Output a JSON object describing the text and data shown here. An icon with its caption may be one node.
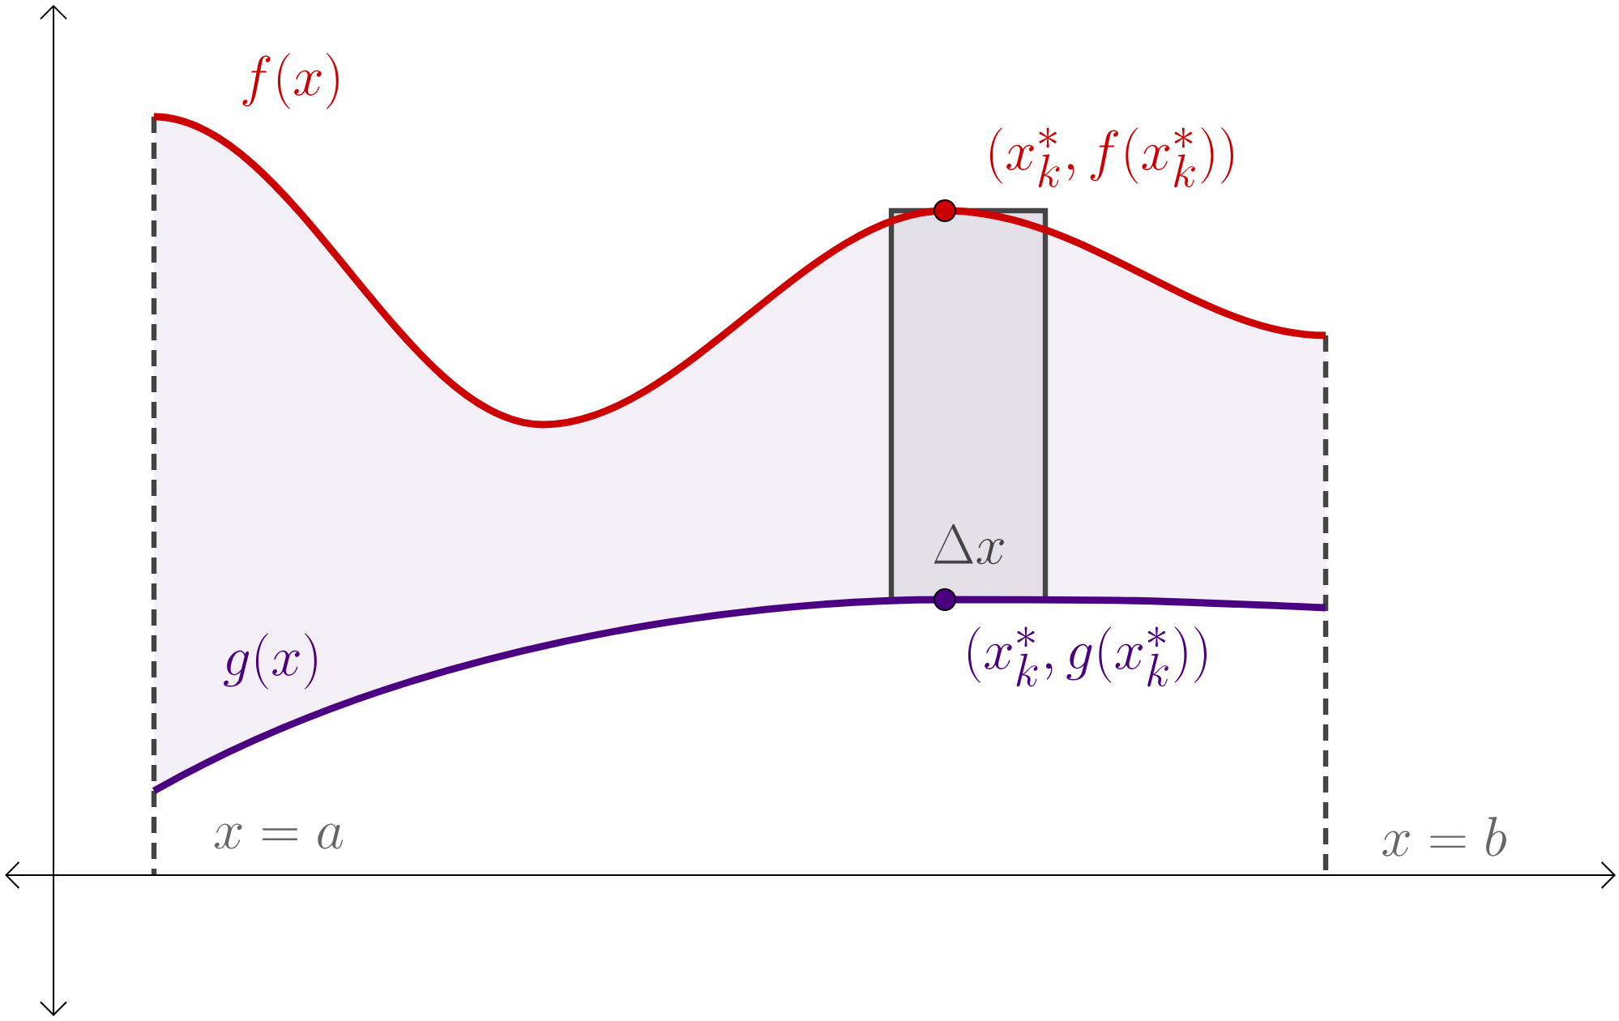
{
  "diagram": {
    "labels": [
      "f(x)",
      "(x_k^*, f(x_k^*))",
      "\\Delta x",
      "g(x)",
      "(x_k^*, g(x_k^*))",
      "x = a",
      "x = b"
    ]
  }
}
